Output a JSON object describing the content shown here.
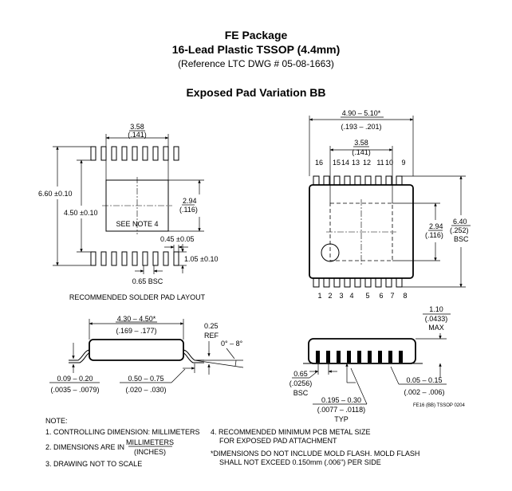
{
  "header": {
    "title": "FE Package",
    "subtitle": "16-Lead Plastic TSSOP (4.4mm)",
    "reference": "(Reference LTC DWG # 05-08-1663)",
    "variation": "Exposed Pad Variation BB"
  },
  "solder_layout": {
    "dim_top_mm": "3.58",
    "dim_top_in": "(.141)",
    "dim_overall": "6.60 ±0.10",
    "dim_inner": "4.50 ±0.10",
    "dim_pad_mm": "2.94",
    "dim_pad_in": "(.116)",
    "note_ref": "SEE NOTE 4",
    "dim_pad_width": "0.45 ±0.05",
    "dim_pad_length": "1.05 ±0.10",
    "dim_pitch": "0.65 BSC",
    "caption": "RECOMMENDED SOLDER PAD LAYOUT"
  },
  "top_view": {
    "dim_length_mm": "4.90 – 5.10*",
    "dim_length_in": "(.193 – .201)",
    "dim_pad_mm": "3.58",
    "dim_pad_in": "(.141)",
    "top_pins": [
      "16",
      "15",
      "14",
      "13",
      "12",
      "11",
      "10",
      "9"
    ],
    "bottom_pins": [
      "1",
      "2",
      "3",
      "4",
      "5",
      "6",
      "7",
      "8"
    ],
    "dim_padh_mm": "2.94",
    "dim_padh_in": "(.116)",
    "dim_width_mm": "6.40",
    "dim_width_in": "(.252)",
    "dim_width_bsc": "BSC"
  },
  "side_view": {
    "dim_body_mm": "4.30 – 4.50*",
    "dim_body_in": "(.169 – .177)",
    "dim_ref_mm": "0.25",
    "dim_ref_label": "REF",
    "angle": "0° – 8°",
    "dim_lead_t_mm": "0.09 – 0.20",
    "dim_lead_t_in": "(.0035 – .0079)",
    "dim_foot_mm": "0.50 – 0.75",
    "dim_foot_in": "(.020 – .030)"
  },
  "end_view": {
    "dim_height_mm": "1.10",
    "dim_height_in": "(.0433)",
    "dim_height_max": "MAX",
    "dim_pitch_mm": "0.65",
    "dim_pitch_in": "(.0256)",
    "dim_pitch_bsc": "BSC",
    "dim_lead_w_mm": "0.195 – 0.30",
    "dim_lead_w_in": "(.0077 – .0118)",
    "dim_lead_w_typ": "TYP",
    "dim_standoff_mm": "0.05 – 0.15",
    "dim_standoff_in": "(.002 – .006)",
    "drawing_id": "FE16 (BB) TSSOP 0204"
  },
  "notes": {
    "heading": "NOTE:",
    "n1": "1. CONTROLLING DIMENSION: MILLIMETERS",
    "n2_prefix": "2. DIMENSIONS ARE IN",
    "n2_num": "MILLIMETERS",
    "n2_den": "(INCHES)",
    "n3": "3. DRAWING NOT TO SCALE",
    "n4a": "4. RECOMMENDED MINIMUM PCB METAL SIZE",
    "n4b": "FOR EXPOSED PAD ATTACHMENT",
    "n5a": "*DIMENSIONS DO NOT INCLUDE MOLD FLASH. MOLD FLASH",
    "n5b": "SHALL NOT EXCEED 0.150mm (.006\") PER SIDE"
  }
}
